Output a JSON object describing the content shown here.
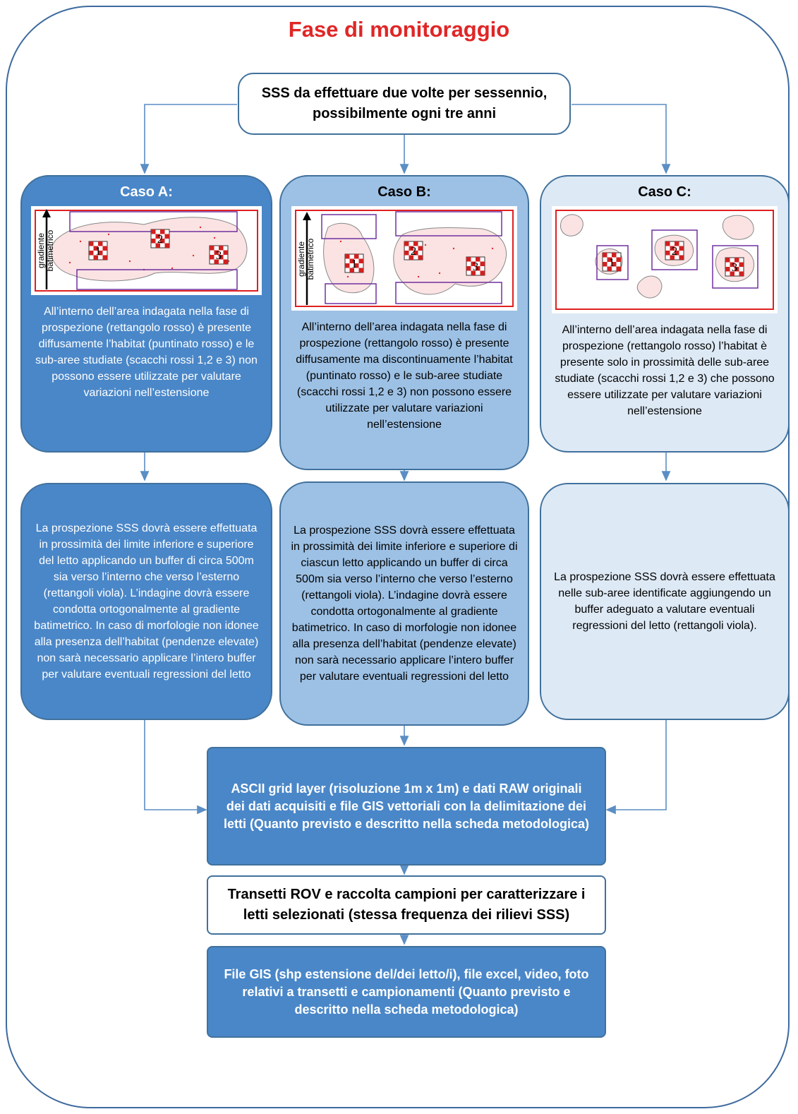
{
  "title": "Fase di monitoraggio",
  "top_box": "SSS da effettuare due volte per sessennio, possibilmente ogni tre anni",
  "cases": [
    {
      "label": "Caso A:",
      "axis_label_1": "gradiente",
      "axis_label_2": "batimetrico",
      "text": "All’interno dell’area indagata nella fase di prospezione (rettangolo rosso) è presente diffusamente l’habitat (puntinato rosso) e le sub-aree studiate (scacchi rossi 1,2 e 3) non possono essere utilizzate per valutare variazioni nell’estensione",
      "description": "La prospezione SSS dovrà essere effettuata in prossimità dei limite inferiore e superiore del letto applicando un buffer di circa 500m sia verso l’interno che verso l’esterno (rettangoli viola). L’indagine dovrà essere condotta ortogonalmente al gradiente batimetrico. In caso di morfologie non idonee alla presenza dell’habitat (pendenze elevate) non sarà necessario applicare l’intero buffer per valutare eventuali regressioni del letto"
    },
    {
      "label": "Caso B:",
      "axis_label_1": "gradiente",
      "axis_label_2": "batimetrico",
      "text": "All’interno dell’area indagata nella fase di prospezione (rettangolo rosso) è presente diffusamente ma discontinuamente l’habitat (puntinato rosso) e le sub-aree studiate (scacchi rossi 1,2 e 3) non possono essere utilizzate per valutare variazioni nell’estensione",
      "description": "La prospezione SSS dovrà essere effettuata in prossimità dei limite inferiore e superiore di ciascun letto applicando un buffer di circa 500m sia verso l’interno che verso l’esterno (rettangoli viola). L’indagine dovrà essere condotta ortogonalmente al gradiente batimetrico. In caso di morfologie non idonee alla presenza dell’habitat (pendenze elevate) non sarà necessario applicare l’intero buffer per valutare eventuali regressioni del letto"
    },
    {
      "label": "Caso C:",
      "text": "All’interno dell’area indagata nella fase di prospezione (rettangolo rosso) l’habitat è presente solo in prossimità delle sub-aree studiate (scacchi rossi 1,2 e 3) che possono essere utilizzate per valutare variazioni nell’estensione",
      "description": "La prospezione SSS dovrà essere effettuata nelle sub-aree identificate aggiungendo un buffer adeguato a valutare eventuali regressioni del letto (rettangoli viola)."
    }
  ],
  "subarea_numbers": [
    "1",
    "2",
    "3"
  ],
  "output_1": "ASCII grid layer (risoluzione 1m x 1m) e dati RAW originali dei dati acquisiti e file GIS vettoriali con la delimitazione dei letti (Quanto previsto e descritto nella scheda metodologica)",
  "rov_box": "Transetti ROV e raccolta campioni per caratterizzare i letti selezionati (stessa frequenza dei rilievi SSS)",
  "output_2": "File GIS (shp estensione del/dei letto/i), file excel, video, foto relativi a transetti e campionamenti (Quanto previsto e descritto nella scheda metodologica)",
  "colors": {
    "title": "#e02626",
    "case_a": "#4a87c8",
    "case_b": "#9dc1e5",
    "case_c": "#dde9f5",
    "border": "#41719c",
    "survey_rect": "#e02020",
    "buffer_rect": "#7030a0"
  }
}
